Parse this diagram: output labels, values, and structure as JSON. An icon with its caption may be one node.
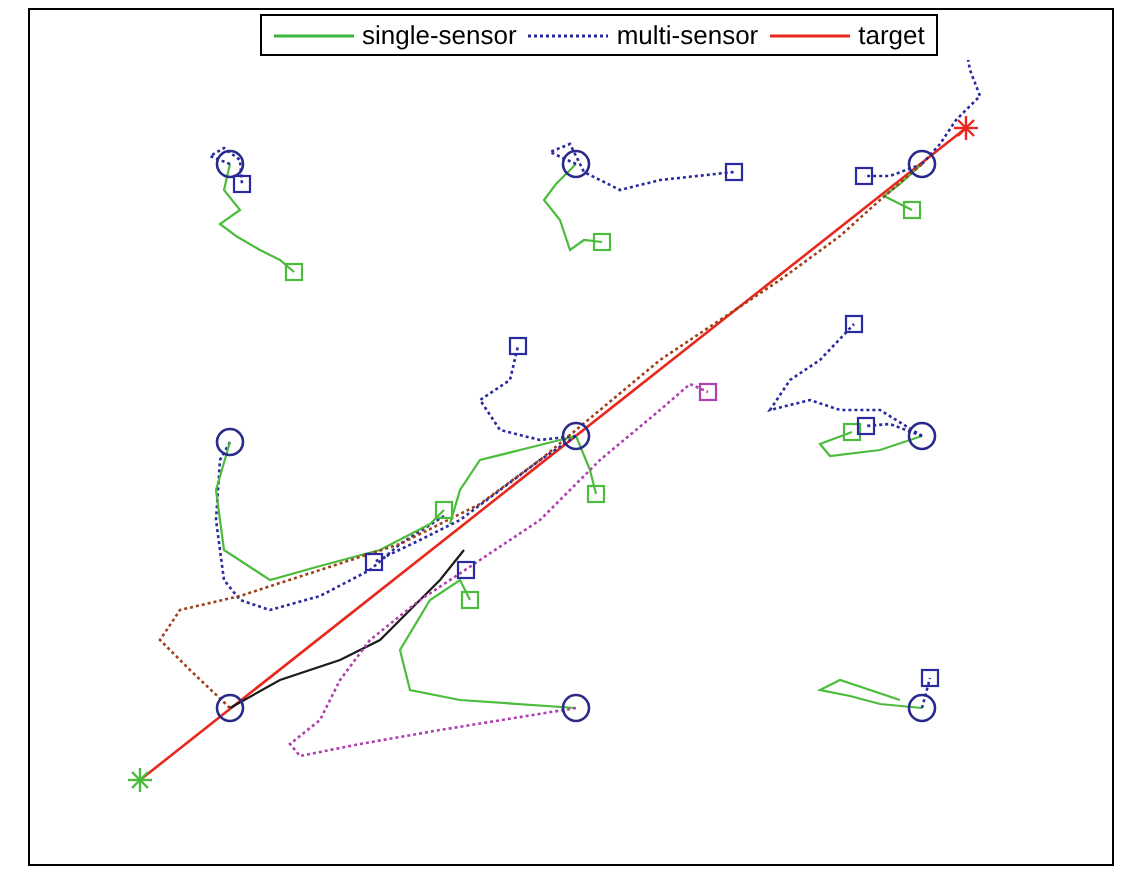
{
  "diagram": {
    "legend": [
      {
        "text": "single-sensor"
      },
      {
        "text": "multi-sensor"
      },
      {
        "text": "target"
      }
    ]
  }
}
